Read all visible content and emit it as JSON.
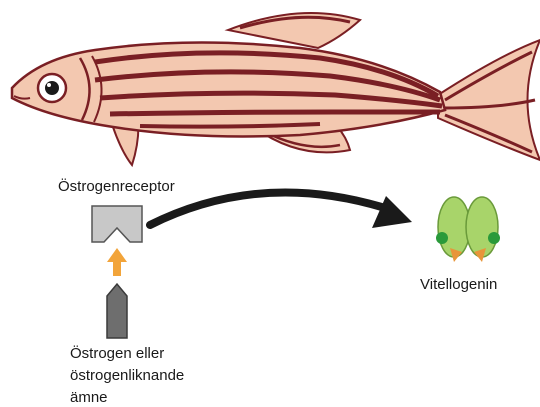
{
  "labels": {
    "receptor": "Östrogenreceptor",
    "vitellogenin": "Vitellogenin",
    "ligand_line1": "Östrogen eller",
    "ligand_line2": "östrogenliknande",
    "ligand_line3": "ämne"
  },
  "icons": {
    "fish": "zebrafish-icon",
    "receptor": "estrogen-receptor-icon",
    "ligand": "estrogen-molecule-icon",
    "binding_arrow": "up-arrow-icon",
    "pathway_arrow": "curved-arrow-icon",
    "protein": "vitellogenin-icon"
  },
  "colors": {
    "fish_body": "#f3c8b0",
    "fish_stripe": "#7a1f24",
    "receptor_fill": "#c8c8c8",
    "ligand_fill": "#6e6e6e",
    "binding_arrow": "#f2a43a",
    "pathway_arrow": "#1a1a1a",
    "protein_green": "#a8d46a",
    "protein_dot": "#2a9a3a",
    "protein_orange": "#e8953a"
  }
}
